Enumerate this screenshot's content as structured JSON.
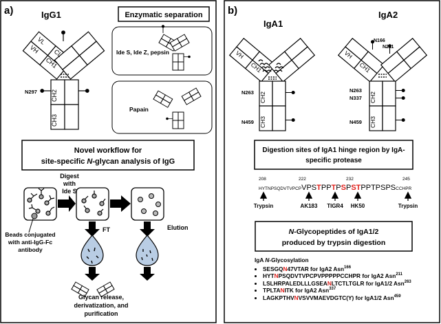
{
  "panel_a": {
    "label": "a)",
    "igg_title": "IgG1",
    "n297": "N297",
    "domains": {
      "vh": "VH",
      "vl": "VL",
      "ch1": "CH1",
      "cl": "CL",
      "ch2": "CH2",
      "ch3": "CH3"
    },
    "enzymatic_title": "Enzymatic separation",
    "ides_label": "Ide S, Ide Z, pepsin",
    "papain_label": "Papain",
    "workflow_line1": "Novel workflow for",
    "workflow_line2_prefix": "site-specific ",
    "workflow_line2_n": "N",
    "workflow_line2_suffix": "-glycan analysis of IgG",
    "digest_line1": "Digest",
    "digest_line2": "with",
    "digest_line3": "Ide S",
    "beads_line1": "Beads conjugated",
    "beads_line2": "with anti-IgG-Fc",
    "beads_line3": "antibody",
    "ft_label": "FT",
    "elution_label": "Elution",
    "glycan_release_line1": "Glycan release,",
    "glycan_release_line2": "derivatization, and",
    "glycan_release_line3": "purification"
  },
  "panel_b": {
    "label": "b)",
    "iga1_title": "IgA1",
    "iga2_title": "IgA2",
    "iga1_sites": [
      "N263",
      "N459"
    ],
    "iga2_sites": [
      "N166",
      "N211",
      "N263",
      "N337",
      "N459"
    ],
    "digestion_line1": "Digestion sites of IgA1 hinge region by IgA-",
    "digestion_line2": "specific protease",
    "hinge_positions": [
      "208",
      "222",
      "232",
      "245"
    ],
    "hinge_segments": [
      {
        "text": "HYTNPSQDVTVPCP",
        "style": "small"
      },
      {
        "text": "VPS",
        "style": "big"
      },
      {
        "text": "T",
        "style": "red"
      },
      {
        "text": "PP",
        "style": "big"
      },
      {
        "text": "T",
        "style": "red"
      },
      {
        "text": "P",
        "style": "big"
      },
      {
        "text": "S",
        "style": "red"
      },
      {
        "text": "P",
        "style": "big"
      },
      {
        "text": "S",
        "style": "red"
      },
      {
        "text": "T",
        "style": "red"
      },
      {
        "text": "PPTPSPS",
        "style": "big"
      },
      {
        "text": "CCHPR",
        "style": "small"
      }
    ],
    "cleavage_labels": [
      "Trypsin",
      "AK183",
      "TIGR4",
      "HK50",
      "Trypsin"
    ],
    "glycopeptides_title_n": "N",
    "glycopeptides_title_line1_rest": "-Glycopeptides of IgA1/2",
    "glycopeptides_title_line2": "produced by trypsin digestion",
    "glycosylation_header_prefix": "IgA ",
    "glycosylation_header_n": "N",
    "glycosylation_header_suffix": "-Glycosylation",
    "peptides": [
      {
        "pre": "SESGQ",
        "site": "N",
        "post": "47VTAR for IgA2 Asn",
        "sup": "166"
      },
      {
        "pre": "HYT",
        "site": "N",
        "post": "PSQDVTVPCPVPPPPPCCHPR for IgA2 Asn",
        "sup": "211"
      },
      {
        "pre": "LSLHRPALEDLLLGSEA",
        "site": "N",
        "post": "LTCTLTGLR for IgA1/2 Asn",
        "sup": "263"
      },
      {
        "pre": "TPLTA",
        "site": "N",
        "post": "ITK for IgA2 Asn",
        "sup": "337"
      },
      {
        "pre": "LAGKPTHV",
        "site": "N",
        "post": "VSVVMAEVDGTC(Y) for IgA1/2 Asn",
        "sup": "459"
      }
    ]
  }
}
